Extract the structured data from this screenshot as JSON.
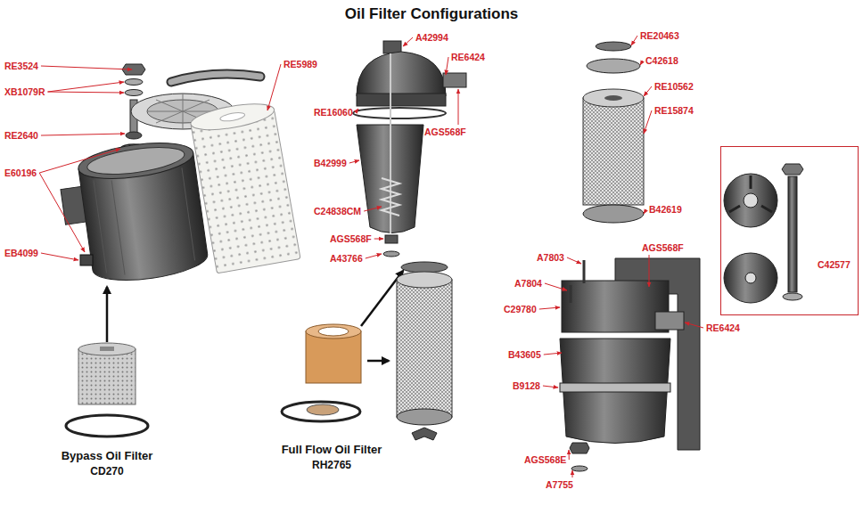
{
  "diagram": {
    "title": "Oil Filter Configurations",
    "nodes": [
      {
        "text": [
          "C42577"
        ]
      }
    ],
    "labels": [
      "RE3524",
      "XB1079R",
      "RE2640",
      "E60196",
      "EB4099",
      "RE5989",
      "A42994",
      "RE6424",
      "RE16060",
      "AGS568F",
      "B42999",
      "C24838CM",
      "AGS568F",
      "A43766",
      "RE20463",
      "C42618",
      "RE10562",
      "RE15874",
      "B42619",
      "A7803",
      "A7804",
      "AGS568F",
      "C29780",
      "B43605",
      "RE6424",
      "B9128",
      "AGS568E",
      "A7755",
      "Bypass Oil Filter",
      "CD270",
      "Full Flow Oil Filter",
      "RH2765"
    ]
  }
}
